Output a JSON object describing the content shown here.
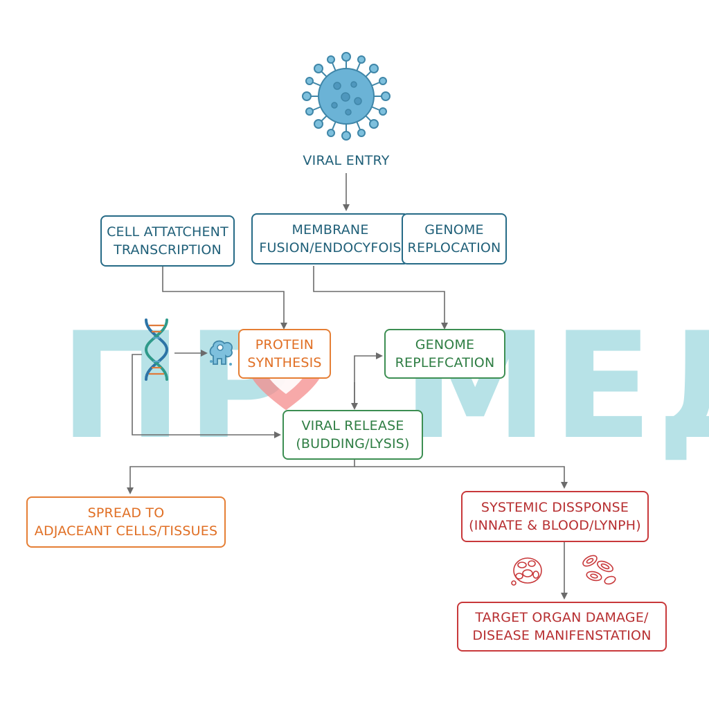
{
  "header": {
    "entry_label": "VIRAL ENTRY"
  },
  "watermark": {
    "prefix": "ПР",
    "suffix": "МЕД",
    "color": "#9fd9df",
    "heart_color": "#f48c8c"
  },
  "nodes": {
    "cell_attachment": {
      "line1": "CELL ATTATCHENT",
      "line2": "TRANSCRIPTION"
    },
    "membrane_fusion": {
      "line1": "MEMBRANE",
      "line2": "FUSION/ENDOCYFOIS"
    },
    "genome_replocation": {
      "line1": "GENOME",
      "line2": "REPLOCATION"
    },
    "protein_synthesis": {
      "line1": "PROTEIN",
      "line2": "SYNTHESIS"
    },
    "genome_replefcation": {
      "line1": "GENOME",
      "line2": "REPLEFCATION"
    },
    "viral_release": {
      "line1": "VIRAL RELEASE",
      "line2": "(BUDDING/LYSIS)"
    },
    "spread": {
      "line1": "SPREAD TO",
      "line2": "ADJACEANT CELLS/TISSUES"
    },
    "systemic": {
      "line1": "SYSTEMIC DISSPONSE",
      "line2": "(INNATE & BLOOD/LYNPH)"
    },
    "target_organ": {
      "line1": "TARGET ORGAN DAMAGE/",
      "line2": "DISEASE MANIFENSTATION"
    }
  },
  "icons": {
    "virus": "virus-icon",
    "dna": "dna-helix-icon",
    "ribosome": "ribosome-icon",
    "blood_cells_left": "blood-cells-icon",
    "blood_cells_right": "red-blood-cells-icon"
  },
  "colors": {
    "blue": "#256a86",
    "green": "#3c8e52",
    "orange": "#e57e34",
    "red": "#c8383a",
    "arrow": "#6b6b6b",
    "virus": "#5aa6c8"
  }
}
